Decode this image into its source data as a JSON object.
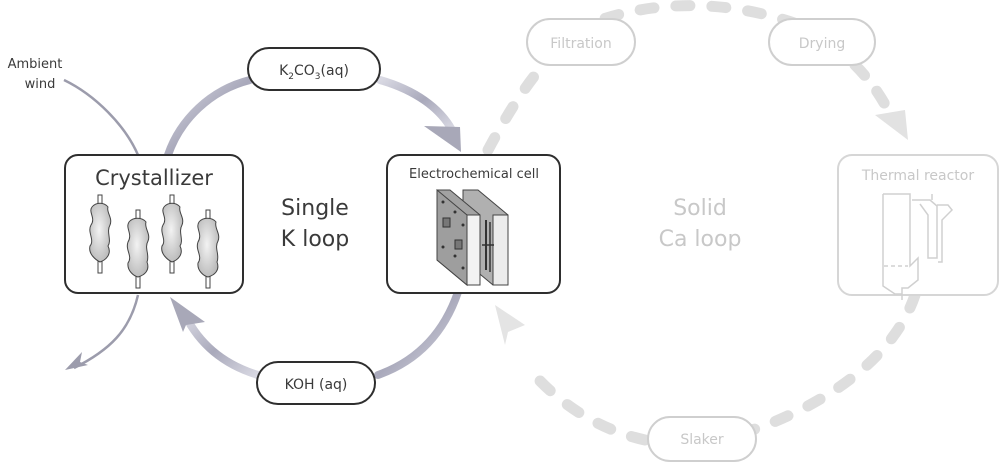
{
  "title": "Single K loop and Solid Ca loop process diagram",
  "k_loop": {
    "center_label_line1": "Single",
    "center_label_line2": "K loop",
    "top_pill": {
      "main": "K",
      "sub1": "2",
      "mid": "CO",
      "sub2": "3",
      "suffix": "(aq)"
    },
    "bottom_pill": "KOH (aq)",
    "crystallizer_label": "Crystallizer",
    "electrochemical_cell_label": "Electrochemical cell"
  },
  "ambient": {
    "line1": "Ambient",
    "line2": "wind"
  },
  "ca_loop": {
    "center_label_line1": "Solid",
    "center_label_line2": "Ca loop",
    "filtration_label": "Filtration",
    "drying_label": "Drying",
    "thermal_reactor_label": "Thermal reactor",
    "slaker_label": "Slaker"
  },
  "colors": {
    "dark_stroke": "#2e2e2e",
    "k_arrow": "#b4b4c4",
    "ca_faded": "#d8d8d8",
    "dark_text": "#3a3a3a",
    "faded_text": "#c8c8c8"
  }
}
